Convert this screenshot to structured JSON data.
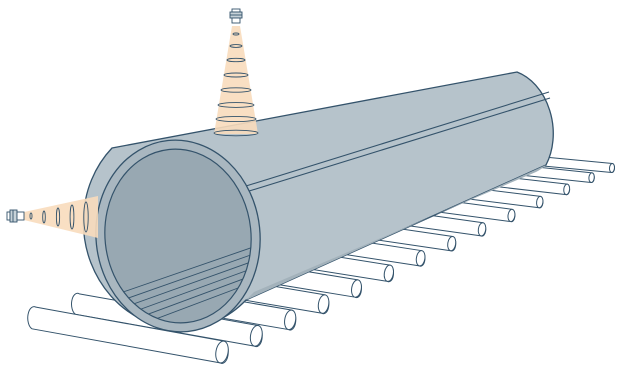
{
  "diagram": {
    "subject": "pipe-on-roller-conveyor-with-two-ultrasonic-probes",
    "roller_count": 14,
    "probe_count": 2,
    "colors": {
      "pipe_outer": "#b6c3cb",
      "pipe_shade": "#a3b2bb",
      "pipe_inner": "#98a8b2",
      "pipe_rim": "#a9b7c0",
      "outline": "#34536b",
      "beam": "#f8dcbc",
      "roller_fill": "#ffffff",
      "background": "#ffffff"
    },
    "icons": [
      "ultrasonic-probe-icon",
      "sound-beam-icon",
      "pipe-icon",
      "roller-icon"
    ]
  }
}
